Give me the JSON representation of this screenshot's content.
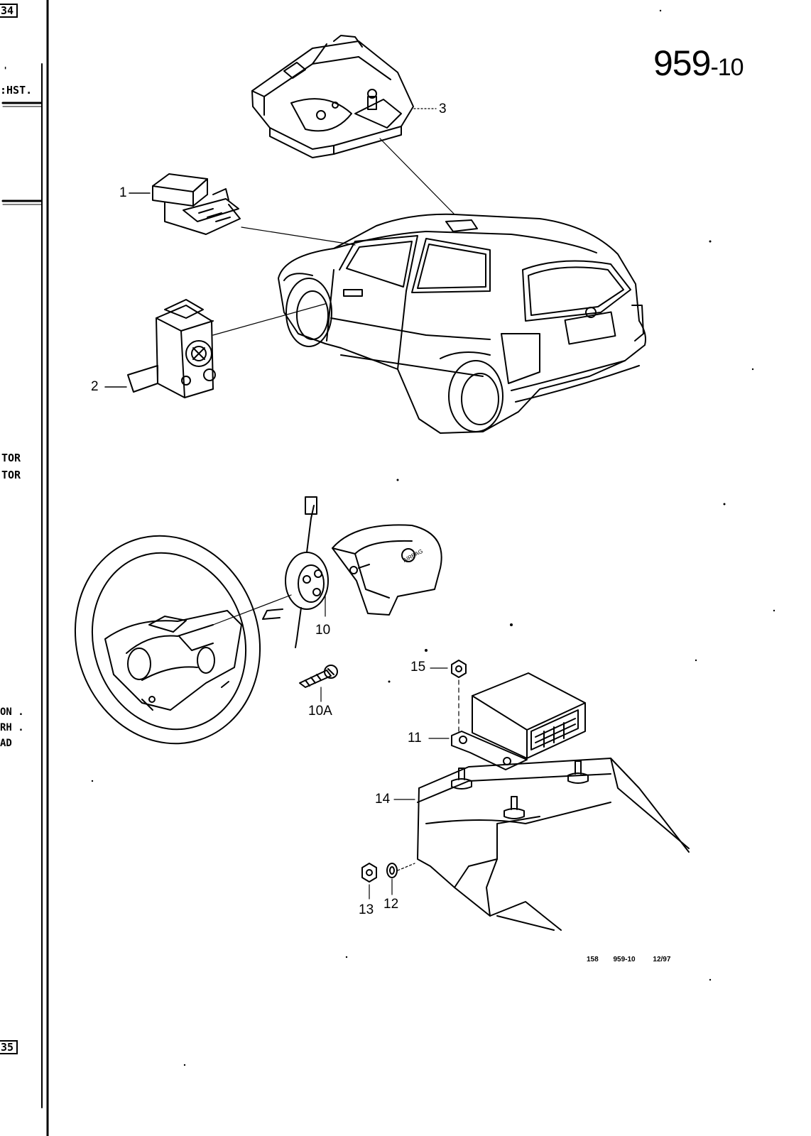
{
  "page": {
    "header_number": "959",
    "header_suffix": "-10",
    "footer": {
      "code": "158",
      "ref": "959-10",
      "date": "12/97"
    }
  },
  "margin": {
    "top_box": "34",
    "bottom_box": "35",
    "text_1": "'",
    "text_2": ":HST.",
    "text_3": "TOR",
    "text_4": "TOR",
    "text_5": "ON .",
    "text_6": "RH .",
    "text_7": "AD"
  },
  "callouts": {
    "c1": "1",
    "c2": "2",
    "c3": "3",
    "c10": "10",
    "c10a": "10A",
    "c11": "11",
    "c12": "12",
    "c13": "13",
    "c14": "14",
    "c15": "15"
  },
  "airbag_text": "AIRBAG"
}
